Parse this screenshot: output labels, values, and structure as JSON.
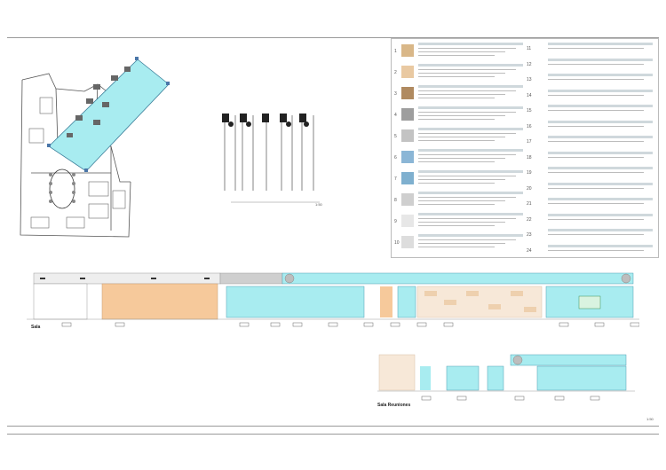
{
  "legend": {
    "numbers_left": [
      "1",
      "2",
      "3",
      "4",
      "5",
      "6",
      "7",
      "8",
      "9",
      "10"
    ],
    "numbers_right": [
      "11",
      "12",
      "13",
      "14",
      "15",
      "16",
      "17",
      "18",
      "19",
      "20",
      "21",
      "22",
      "23",
      "24"
    ]
  },
  "sections": {
    "elevation_main_label": "Sala",
    "elevation_secondary_label": "Sala Reuniones"
  },
  "scale_note": "1:50",
  "page_marker": "1:50",
  "colors": {
    "glass": "#a8ecf0",
    "wood": "#f6c99b",
    "plan_line": "#444444",
    "callout": "#6c8fb5"
  }
}
